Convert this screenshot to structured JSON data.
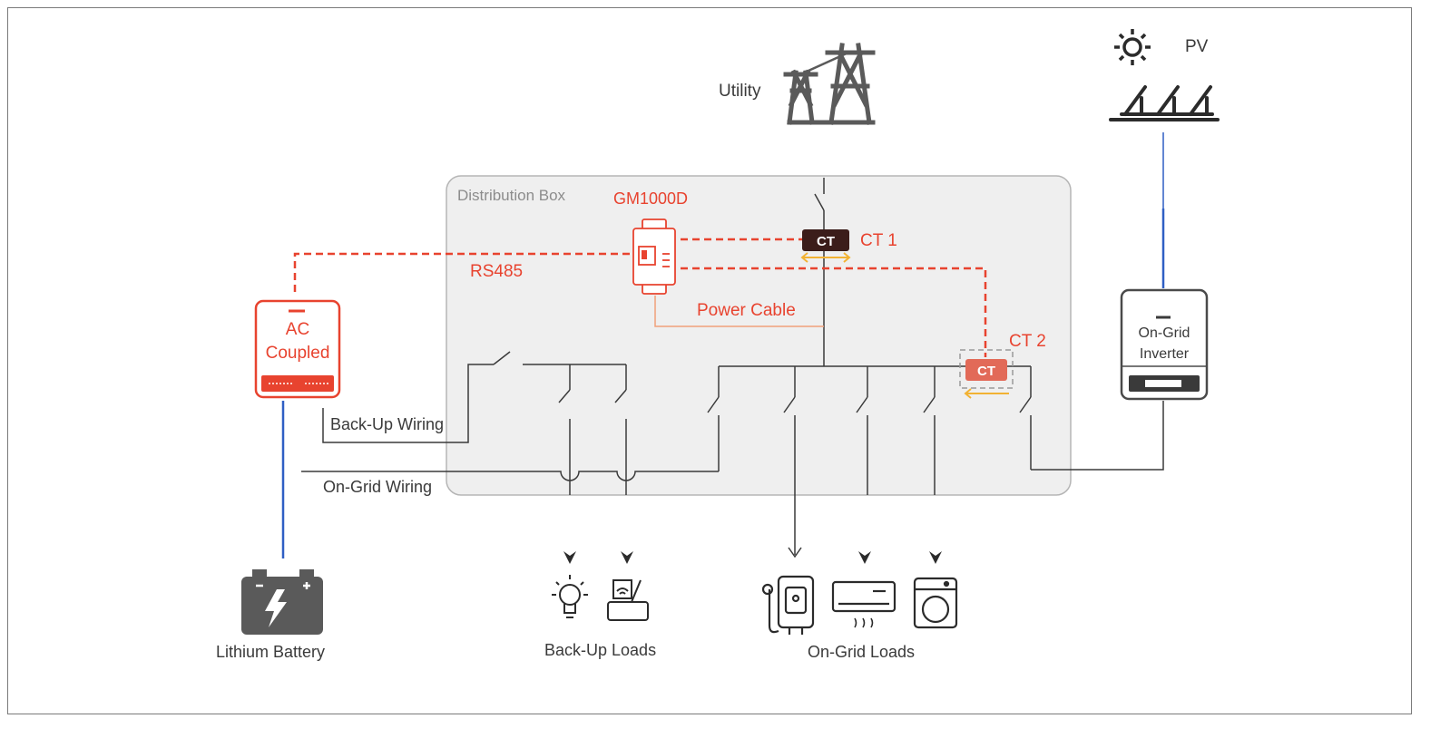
{
  "labels": {
    "utility": "Utility",
    "pv": "PV",
    "distribution_box": "Distribution Box",
    "meter": "GM1000D",
    "ct1_text": "CT 1",
    "ct2_text": "CT 2",
    "ct_badge": "CT",
    "rs485": "RS485",
    "power_cable": "Power Cable",
    "ac_coupled_line1": "AC",
    "ac_coupled_line2": "Coupled",
    "on_grid_inverter_line1": "On-Grid",
    "on_grid_inverter_line2": "Inverter",
    "backup_wiring": "Back-Up Wiring",
    "on_grid_wiring": "On-Grid Wiring",
    "lithium_battery": "Lithium Battery",
    "backup_loads": "Back-Up Loads",
    "on_grid_loads": "On-Grid Loads"
  },
  "colors": {
    "accent_red": "#e8432f",
    "ac_line_grey": "#3a3a3a",
    "dc_blue": "#2f5fc4",
    "box_fill": "#efefef",
    "ct_dark": "#3b1d1a",
    "arrow_yellow": "#f2b233"
  },
  "icons": [
    "utility-tower-icon",
    "sun-icon",
    "solar-panel-icon",
    "battery-icon",
    "light-bulb-icon",
    "router-icon",
    "water-heater-icon",
    "air-conditioner-icon",
    "washing-machine-icon",
    "meter-icon"
  ]
}
